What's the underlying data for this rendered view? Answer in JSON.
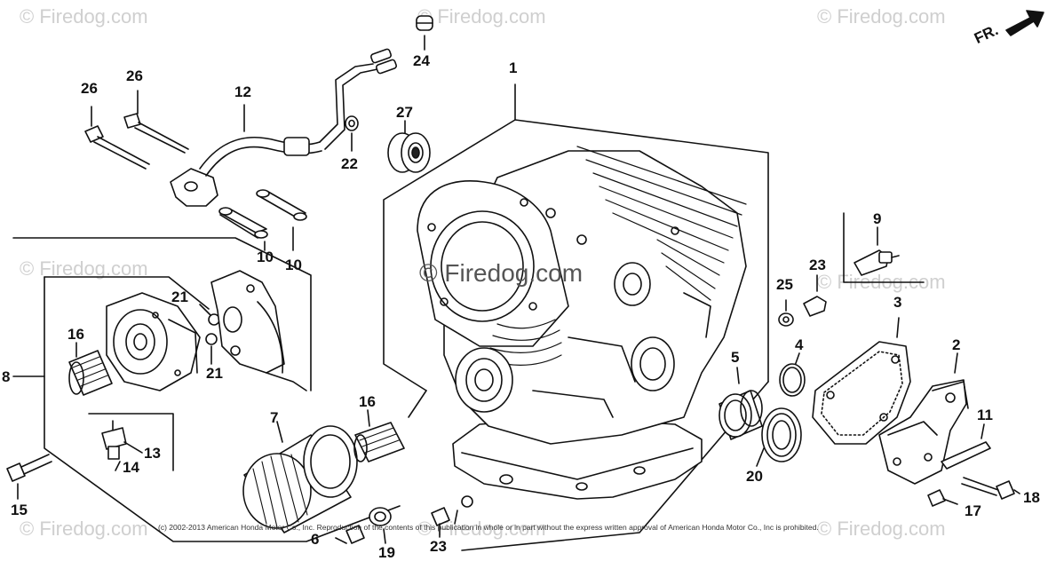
{
  "watermark": "© Firedog.com",
  "center_watermark": "© Firedog.com",
  "copyright": "(c) 2002-2013 American Honda Motor Co., Inc. Reproduction of the contents of this publication in whole or in part without the express written approval of American Honda Motor Co., Inc is prohibited.",
  "direction_label": "FR.",
  "callouts": {
    "c1": "1",
    "c2": "2",
    "c3": "3",
    "c4": "4",
    "c5": "5",
    "c6": "6",
    "c7": "7",
    "c8": "8",
    "c9": "9",
    "c10a": "10",
    "c10b": "10",
    "c11": "11",
    "c12": "12",
    "c13": "13",
    "c14": "14",
    "c15": "15",
    "c16a": "16",
    "c16b": "16",
    "c17": "17",
    "c18": "18",
    "c19": "19",
    "c20": "20",
    "c21a": "21",
    "c21b": "21",
    "c22": "22",
    "c23a": "23",
    "c23b": "23",
    "c24": "24",
    "c25": "25",
    "c26a": "26",
    "c26b": "26",
    "c27": "27"
  }
}
